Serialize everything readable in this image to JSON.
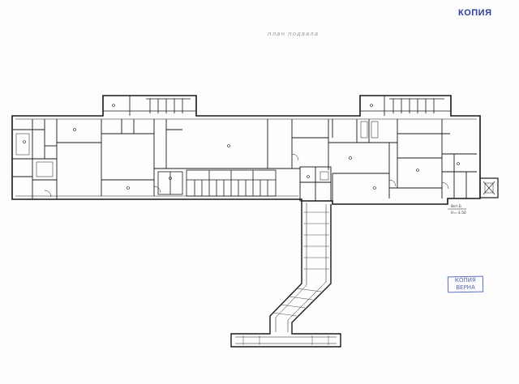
{
  "stamps": {
    "top": "КОПИЯ",
    "bottom_line1": "КОПИЯ",
    "bottom_line2": "ВЕРНА"
  },
  "title": "план подвала",
  "annotations": {
    "elevation_label": "Вет.Б",
    "elevation_value": "Н=-3.50"
  },
  "colors": {
    "ink": "#1a1a1a",
    "stamp": "#2a3f97",
    "title": "#9a9a9a"
  }
}
